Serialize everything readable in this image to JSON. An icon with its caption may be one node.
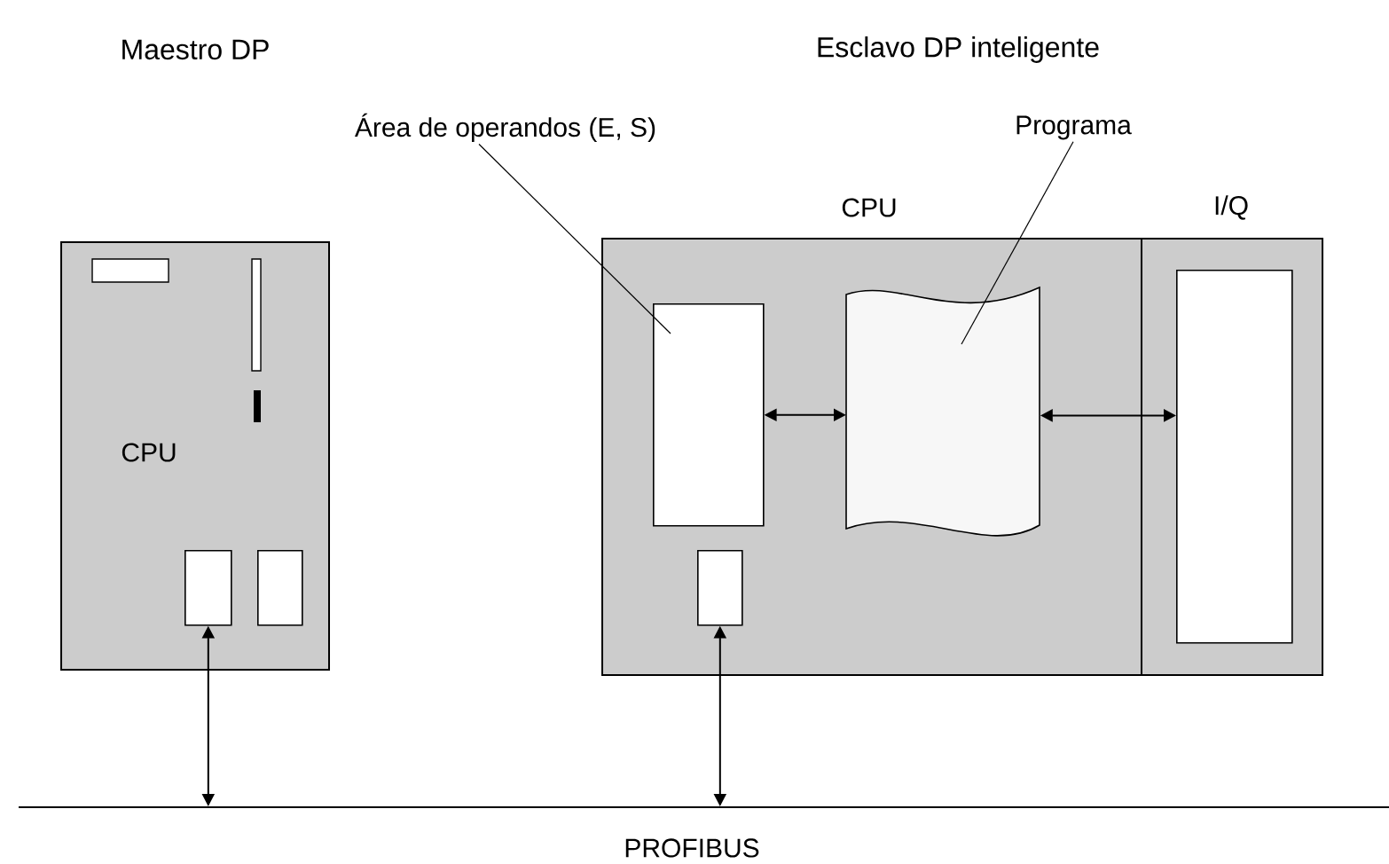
{
  "diagram": {
    "nodes": [
      {
        "text": [
          "CPU"
        ]
      },
      {
        "text": [],
        "shape": "box",
        "in": 0
      },
      {
        "text": [],
        "shape": "box",
        "in": 0
      },
      {
        "text": [],
        "shape": "box",
        "beside": [
          "CPU"
        ]
      },
      {
        "text": [],
        "shape": "box",
        "beside": [
          "I/Q"
        ]
      },
      {
        "text": [],
        "shape": "box",
        "in": 3
      },
      {
        "text": [],
        "shape": "document",
        "in": 3
      },
      {
        "text": [],
        "shape": "box",
        "in": 3
      },
      {
        "text": [],
        "shape": "box",
        "in": 4
      },
      {
        "text": [
          "Área de operandos (E, S)"
        ]
      },
      {
        "text": [
          "Programa"
        ]
      },
      {
        "text": [],
        "shape": "bar",
        "beside": [
          "PROFIBUS"
        ]
      }
    ],
    "edges": [
      {
        "from": 1,
        "to": 11,
        "arrow": "both"
      },
      {
        "from": 7,
        "to": 11,
        "arrow": "both"
      },
      {
        "from": 5,
        "to": 6,
        "arrow": "both"
      },
      {
        "from": 6,
        "to": 8,
        "arrow": "both"
      },
      {
        "from": 9,
        "to": 5,
        "arrow": "none"
      },
      {
        "from": 10,
        "to": 6,
        "arrow": "none"
      }
    ],
    "labels": [
      "Maestro DP",
      "Esclavo DP inteligente"
    ]
  }
}
